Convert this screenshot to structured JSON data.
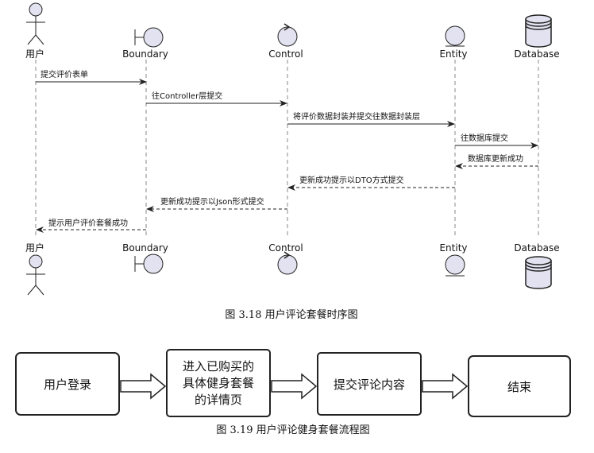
{
  "sequence": {
    "participants": [
      {
        "label": "用户",
        "kind": "actor"
      },
      {
        "label": "Boundary",
        "kind": "boundary"
      },
      {
        "label": "Control",
        "kind": "control"
      },
      {
        "label": "Entity",
        "kind": "entity"
      },
      {
        "label": "Database",
        "kind": "database"
      }
    ],
    "messages": [
      {
        "text": "提交评价表单",
        "from": 0,
        "to": 1,
        "style": "solid"
      },
      {
        "text": "往Controller层提交",
        "from": 1,
        "to": 2,
        "style": "solid"
      },
      {
        "text": "将评价数据封装并提交往数据封装层",
        "from": 2,
        "to": 3,
        "style": "solid"
      },
      {
        "text": "往数据库提交",
        "from": 3,
        "to": 4,
        "style": "solid"
      },
      {
        "text": "数据库更新成功",
        "from": 4,
        "to": 3,
        "style": "dashed"
      },
      {
        "text": "更新成功提示以DTO方式提交",
        "from": 3,
        "to": 2,
        "style": "dashed"
      },
      {
        "text": "更新成功提示以Json形式提交",
        "from": 2,
        "to": 1,
        "style": "dashed"
      },
      {
        "text": "提示用户评价套餐成功",
        "from": 1,
        "to": 0,
        "style": "dashed"
      }
    ],
    "caption": "图 3.18  用户评论套餐时序图"
  },
  "flow": {
    "steps": [
      {
        "lines": [
          "用户登录"
        ]
      },
      {
        "lines": [
          "进入已购买的",
          "具体健身套餐",
          "的详情页"
        ]
      },
      {
        "lines": [
          "提交评论内容"
        ]
      },
      {
        "lines": [
          "结束"
        ]
      }
    ],
    "caption": "图 3.19  用户评论健身套餐流程图"
  },
  "colors": {
    "participant_fill": "#e2e2f0",
    "line": "#222222",
    "lifeline": "#888888",
    "box_border": "#222222"
  }
}
